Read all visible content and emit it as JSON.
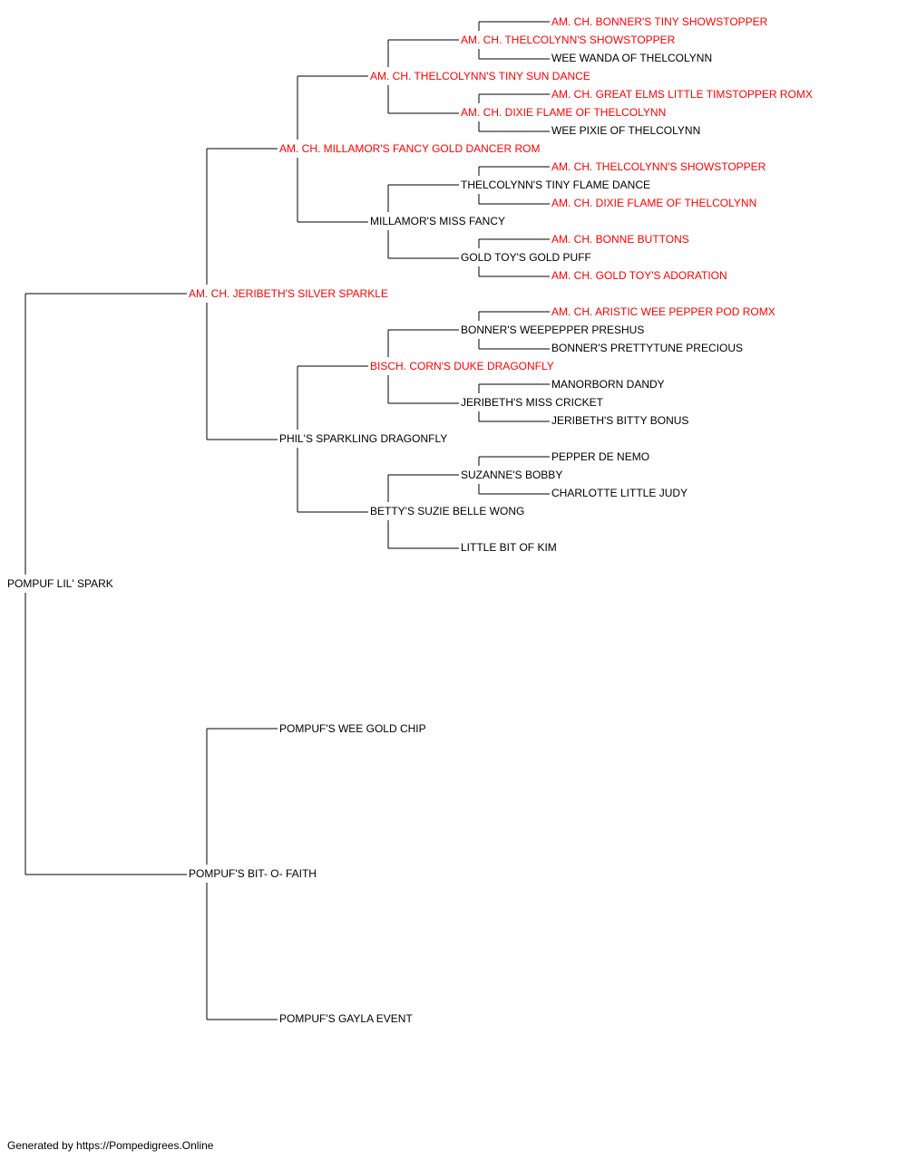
{
  "colors": {
    "champion": "#ff0000",
    "normal": "#000000",
    "line": "#000000"
  },
  "subject": {
    "name": "POMPUF LIL' SPARK",
    "champion": false
  },
  "sire": {
    "name": "AM. CH. JERIBETH'S SILVER SPARKLE",
    "champion": true,
    "sire": {
      "name": "AM. CH. MILLAMOR'S FANCY GOLD DANCER ROM",
      "champion": true,
      "sire": {
        "name": "AM. CH. THELCOLYNN'S TINY SUN DANCE",
        "champion": true,
        "sire": {
          "name": "AM. CH. THELCOLYNN'S SHOWSTOPPER",
          "champion": true,
          "sire": {
            "name": "AM. CH. BONNER'S TINY SHOWSTOPPER",
            "champion": true
          },
          "dam": {
            "name": "WEE WANDA OF THELCOLYNN",
            "champion": false
          }
        },
        "dam": {
          "name": "AM. CH. DIXIE FLAME OF THELCOLYNN",
          "champion": true,
          "sire": {
            "name": "AM. CH. GREAT ELMS LITTLE TIMSTOPPER ROMX",
            "champion": true
          },
          "dam": {
            "name": "WEE PIXIE OF THELCOLYNN",
            "champion": false
          }
        }
      },
      "dam": {
        "name": "MILLAMOR'S MISS FANCY",
        "champion": false,
        "sire": {
          "name": "THELCOLYNN'S TINY FLAME DANCE",
          "champion": false,
          "sire": {
            "name": "AM. CH. THELCOLYNN'S SHOWSTOPPER",
            "champion": true
          },
          "dam": {
            "name": "AM. CH. DIXIE FLAME OF THELCOLYNN",
            "champion": true
          }
        },
        "dam": {
          "name": "GOLD TOY'S GOLD PUFF",
          "champion": false,
          "sire": {
            "name": "AM. CH. BONNE BUTTONS",
            "champion": true
          },
          "dam": {
            "name": "AM. CH. GOLD TOY'S ADORATION",
            "champion": true
          }
        }
      }
    },
    "dam": {
      "name": "PHIL'S SPARKLING DRAGONFLY",
      "champion": false,
      "sire": {
        "name": "BISCH. CORN'S DUKE DRAGONFLY",
        "champion": true,
        "sire": {
          "name": "BONNER'S WEEPEPPER PRESHUS",
          "champion": false,
          "sire": {
            "name": "AM. CH. ARISTIC WEE PEPPER POD ROMX",
            "champion": true
          },
          "dam": {
            "name": "BONNER'S PRETTYTUNE PRECIOUS",
            "champion": false
          }
        },
        "dam": {
          "name": "JERIBETH'S MISS CRICKET",
          "champion": false,
          "sire": {
            "name": "MANORBORN DANDY",
            "champion": false
          },
          "dam": {
            "name": "JERIBETH'S BITTY BONUS",
            "champion": false
          }
        }
      },
      "dam": {
        "name": "BETTY'S SUZIE BELLE WONG",
        "champion": false,
        "sire": {
          "name": "SUZANNE'S BOBBY",
          "champion": false,
          "sire": {
            "name": "PEPPER DE NEMO",
            "champion": false
          },
          "dam": {
            "name": "CHARLOTTE LITTLE JUDY",
            "champion": false
          }
        },
        "dam": {
          "name": "LITTLE BIT OF KIM",
          "champion": false
        }
      }
    }
  },
  "dam": {
    "name": "POMPUF'S BIT- O- FAITH",
    "champion": false,
    "sire": {
      "name": "POMPUF'S WEE GOLD CHIP",
      "champion": false
    },
    "dam": {
      "name": "POMPUF'S GAYLA EVENT",
      "champion": false
    }
  },
  "footer": "Generated by https://Pompedigrees.Online"
}
